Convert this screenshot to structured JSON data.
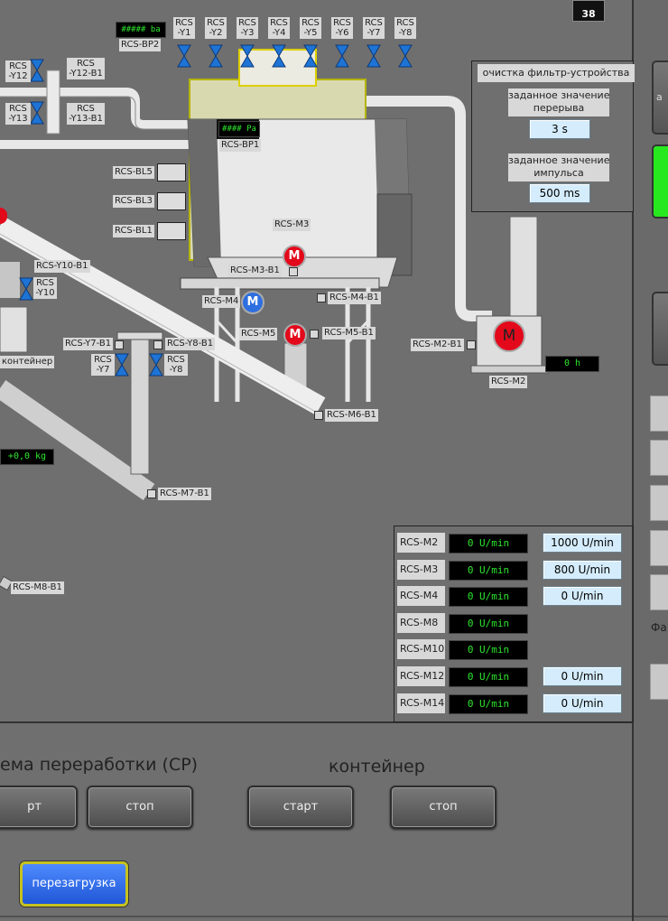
{
  "screen_number": "38",
  "pressure_bp2": "##### ba",
  "pressure_bp1": "#### Pa",
  "labels": {
    "bp2": "RCS-BP2",
    "bp1": "RCS-BP1",
    "y1": "RCS\n-Y1",
    "y2": "RCS\n-Y2",
    "y3": "RCS\n-Y3",
    "y4": "RCS\n-Y4",
    "y5": "RCS\n-Y5",
    "y6": "RCS\n-Y6",
    "y7": "RCS\n-Y7",
    "y8": "RCS\n-Y8",
    "y12": "RCS\n-Y12",
    "y12b1": "RCS\n-Y12-B1",
    "y13": "RCS\n-Y13",
    "y13b1": "RCS\n-Y13-B1",
    "bl5": "RCS-BL5",
    "bl3": "RCS-BL3",
    "bl1": "RCS-BL1",
    "m3": "RCS-M3",
    "m3b1": "RCS-M3-B1",
    "m4": "RCS-M4",
    "m4b1": "RCS-M4-B1",
    "m5": "RCS-M5",
    "m5b1": "RCS-M5-B1",
    "m6b1": "RCS-M6-B1",
    "m7b1": "RCS-M7-B1",
    "m8b1": "RCS-M8-B1",
    "m2b1": "RCS-M2-B1",
    "m2": "RCS-M2",
    "y10b1": "RCS-Y10-B1",
    "y10": "RCS\n-Y10",
    "y7b1": "RCS-Y7-B1",
    "y8b1": "RCS-Y8-B1",
    "y7v": "RCS\n-Y7",
    "y8v": "RCS\n-Y8",
    "container": "контейнер"
  },
  "motor_symbol": "M",
  "m2_hours": "0 h",
  "weight": "+0,0 kg",
  "filter_panel": {
    "title": "очистка фильтр-устройства",
    "pause_label": "заданное значение\nперерыва",
    "pause_value": "3 s",
    "pulse_label": "заданное значение\nимпульса",
    "pulse_value": "500 ms"
  },
  "speed_table": [
    {
      "name": "RCS-M2",
      "actual": "0 U/min",
      "setpoint": "1000 U/min"
    },
    {
      "name": "RCS-M3",
      "actual": "0 U/min",
      "setpoint": "800 U/min"
    },
    {
      "name": "RCS-M4",
      "actual": "0 U/min",
      "setpoint": "0 U/min"
    },
    {
      "name": "RCS-M8",
      "actual": "0 U/min",
      "setpoint": ""
    },
    {
      "name": "RCS-M10",
      "actual": "0 U/min",
      "setpoint": ""
    },
    {
      "name": "RCS-M12",
      "actual": "0 U/min",
      "setpoint": "0 U/min"
    },
    {
      "name": "RCS-M14",
      "actual": "0 U/min",
      "setpoint": "0 U/min"
    }
  ],
  "bottom": {
    "system_title": "ема переработки (CP)",
    "container_title": "контейнер",
    "start_partial": "рт",
    "stop": "стоп",
    "start": "старт",
    "stop2": "стоп",
    "reset": "перезагрузка"
  },
  "side": {
    "label_a": "а",
    "label_fa": "Фа"
  }
}
